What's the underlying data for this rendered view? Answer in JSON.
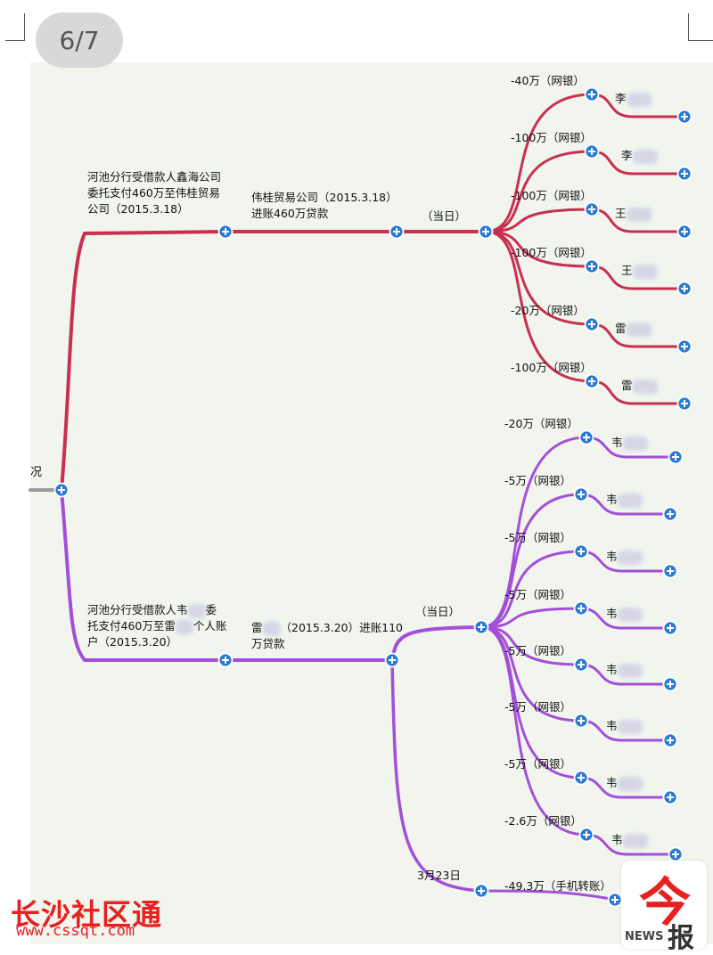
{
  "page_indicator": "6/7",
  "root": {
    "label_fragment": "况"
  },
  "colors": {
    "branch_a": "#c8304e",
    "branch_b": "#a34fd8",
    "node": "#2a7ad4",
    "root_line": "#9a9a9a"
  },
  "branch_a": {
    "level1": {
      "line1": "河池分行受借款人鑫海公司",
      "line2": "委托支付460万至伟桂贸易",
      "line3": "公司（2015.3.18）"
    },
    "level2": {
      "line1": "伟桂贸易公司（2015.3.18）",
      "line2": "进账460万贷款"
    },
    "level3": {
      "label": "（当日）"
    },
    "transfers": [
      {
        "amount": "-40万（网银）",
        "recipient": "李"
      },
      {
        "amount": "-100万（网银）",
        "recipient": "李"
      },
      {
        "amount": "-100万（网银）",
        "recipient": "王"
      },
      {
        "amount": "-100万（网银）",
        "recipient": "王"
      },
      {
        "amount": "-20万（网银）",
        "recipient": "雷"
      },
      {
        "amount": "-100万（网银）",
        "recipient": "雷"
      }
    ]
  },
  "branch_b": {
    "level1": {
      "line1a": "河池分行受借款人韦",
      "line1b": "委",
      "line2a": "托支付460万至雷",
      "line2b": "个人账",
      "line3": "户（2015.3.20）"
    },
    "level2": {
      "line1a": "雷",
      "line1b": "（2015.3.20）进账110",
      "line2": "万贷款"
    },
    "level3": {
      "label": "（当日）"
    },
    "transfers": [
      {
        "amount": "-20万（网银）",
        "recipient": "韦"
      },
      {
        "amount": "-5万（网银）",
        "recipient": "韦"
      },
      {
        "amount": "-5万（网银）",
        "recipient": "韦"
      },
      {
        "amount": "-5万（网银）",
        "recipient": "韦"
      },
      {
        "amount": "-5万（网银）",
        "recipient": "韦"
      },
      {
        "amount": "-5万（网银）",
        "recipient": "韦"
      },
      {
        "amount": "-5万（网银）",
        "recipient": "韦"
      },
      {
        "amount": "-2.6万（网银）",
        "recipient": "韦"
      }
    ],
    "later": {
      "label": "3月23日",
      "amount": "-49.3万（手机转账）"
    }
  },
  "watermark": {
    "title": "长沙社区通",
    "url": "www.cssqt.com"
  },
  "news_logo": {
    "glyph": "今",
    "text": "NEWS",
    "bao": "报"
  }
}
